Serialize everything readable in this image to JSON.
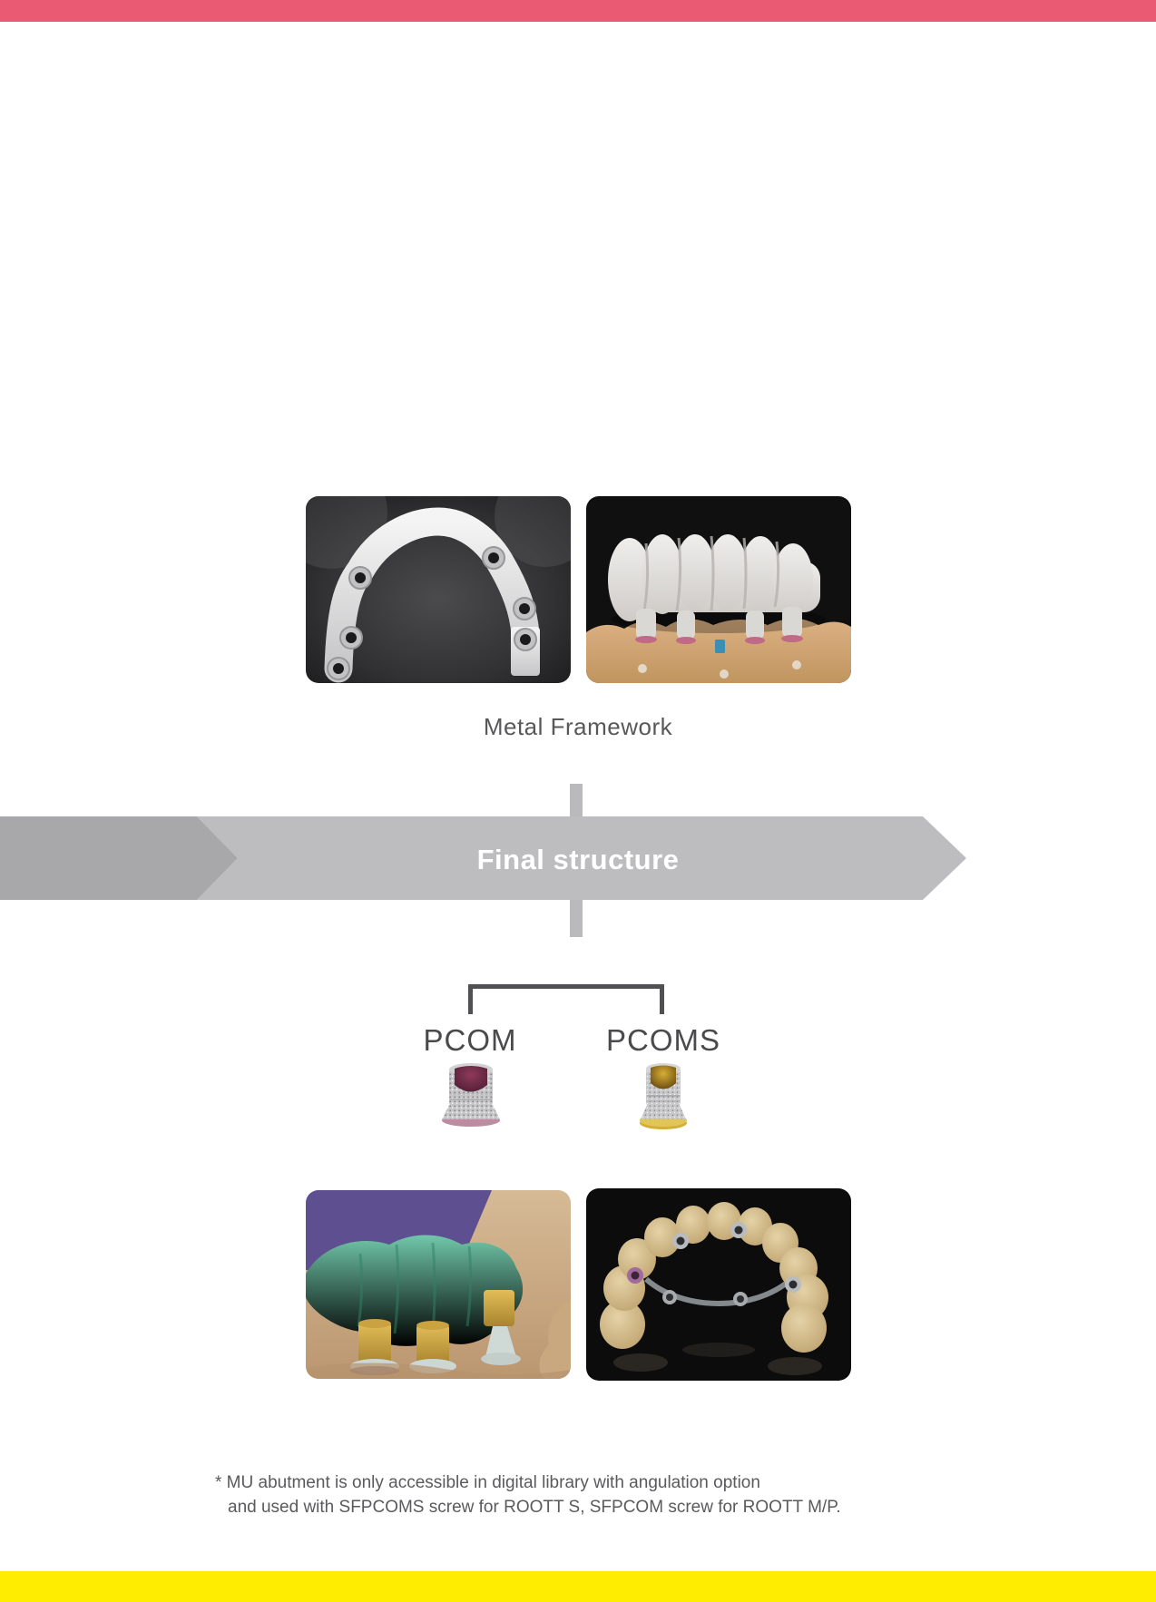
{
  "top_bar": {
    "color": "#EA5A72"
  },
  "framework_section": {
    "caption": "Metal Framework",
    "photos": [
      {
        "name": "metal-framework-photo-left",
        "description": "milled metal framework bar on dark background"
      },
      {
        "name": "metal-framework-photo-right",
        "description": "milled framework bridge seated on stone model"
      }
    ]
  },
  "banner": {
    "label": "Final structure",
    "light_color": "#BDBDC0",
    "dark_color": "#A8A8AB",
    "text_color": "#FFFFFF"
  },
  "options": [
    {
      "label": "PCOM",
      "image": "pcom-abutment-image",
      "accent_color": "#8E3A58"
    },
    {
      "label": "PCOMS",
      "image": "pcoms-abutment-image",
      "accent_color": "#C9A32C"
    }
  ],
  "result_section": {
    "photos": [
      {
        "name": "digital-design-photo",
        "description": "digital CAD design of prosthesis on model"
      },
      {
        "name": "final-prosthesis-photo",
        "description": "finished screw-retained prosthesis arch"
      }
    ]
  },
  "footnote": {
    "line1": "* MU abutment is only accessible in digital library with angulation option",
    "line2": "and used with SFPCOMS screw for ROOTT S, SFPCOM screw for ROOTT M/P."
  },
  "bottom_bar": {
    "color": "#FFED00"
  }
}
